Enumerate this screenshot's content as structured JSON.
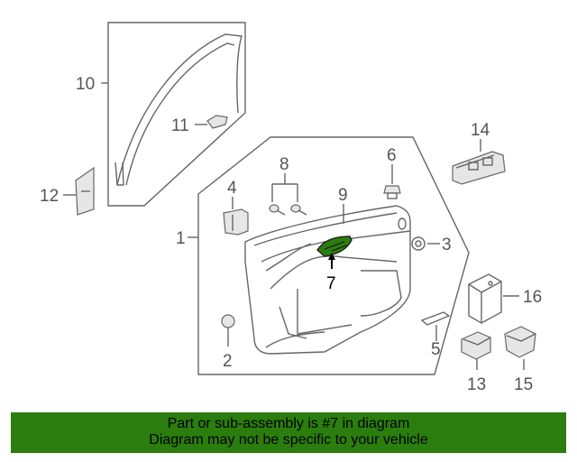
{
  "callouts": {
    "c1": "1",
    "c2": "2",
    "c3": "3",
    "c4": "4",
    "c5": "5",
    "c6": "6",
    "c7": "7",
    "c8": "8",
    "c9": "9",
    "c10": "10",
    "c11": "11",
    "c12": "12",
    "c13": "13",
    "c14": "14",
    "c15": "15",
    "c16": "16"
  },
  "highlight": {
    "part_number": "7",
    "color": "#2b7d0e"
  },
  "banner": {
    "line1": "Part or sub-assembly is #7 in diagram",
    "line2": "Diagram may not be specific to your vehicle",
    "background": "#2b7d0e"
  }
}
